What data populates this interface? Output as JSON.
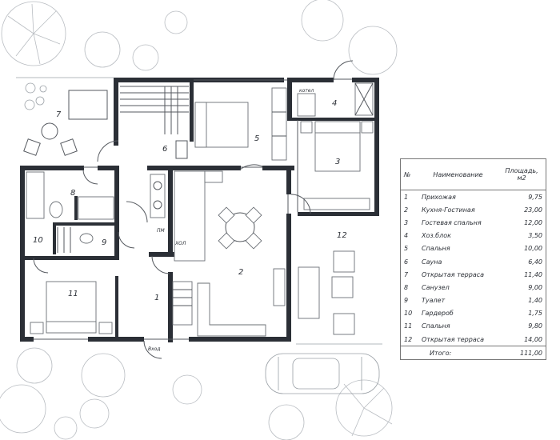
{
  "rooms": [
    {
      "id": "1",
      "num": "1"
    },
    {
      "id": "2",
      "num": "2"
    },
    {
      "id": "3",
      "num": "3"
    },
    {
      "id": "4",
      "num": "4"
    },
    {
      "id": "5",
      "num": "5"
    },
    {
      "id": "6",
      "num": "6"
    },
    {
      "id": "7",
      "num": "7"
    },
    {
      "id": "8",
      "num": "8"
    },
    {
      "id": "9",
      "num": "9"
    },
    {
      "id": "10",
      "num": "10"
    },
    {
      "id": "11",
      "num": "11"
    },
    {
      "id": "12",
      "num": "12"
    }
  ],
  "small_labels": {
    "boiler": "котел",
    "entrance": "Вход",
    "fridge": "ХОЛ",
    "dishwasher": "ПМ"
  },
  "legend": {
    "head_num": "№",
    "head_name": "Наименование",
    "head_area": "Площадь, м2",
    "rows": [
      {
        "num": "1",
        "name": "Прихожая",
        "area": "9,75"
      },
      {
        "num": "2",
        "name": "Кухня-Гостиная",
        "area": "23,00"
      },
      {
        "num": "3",
        "name": "Гостевая спальня",
        "area": "12,00"
      },
      {
        "num": "4",
        "name": "Хоз.блок",
        "area": "3,50"
      },
      {
        "num": "5",
        "name": "Спальня",
        "area": "10,00"
      },
      {
        "num": "6",
        "name": "Сауна",
        "area": "6,40"
      },
      {
        "num": "7",
        "name": "Открытая терраса",
        "area": "11,40"
      },
      {
        "num": "8",
        "name": "Санузел",
        "area": "9,00"
      },
      {
        "num": "9",
        "name": "Туалет",
        "area": "1,40"
      },
      {
        "num": "10",
        "name": "Гардероб",
        "area": "1,75"
      },
      {
        "num": "11",
        "name": "Спальня",
        "area": "9,80"
      },
      {
        "num": "12",
        "name": "Открытая терраса",
        "area": "14,00"
      }
    ],
    "total_label": "Итого:",
    "total_area": "111,00"
  }
}
